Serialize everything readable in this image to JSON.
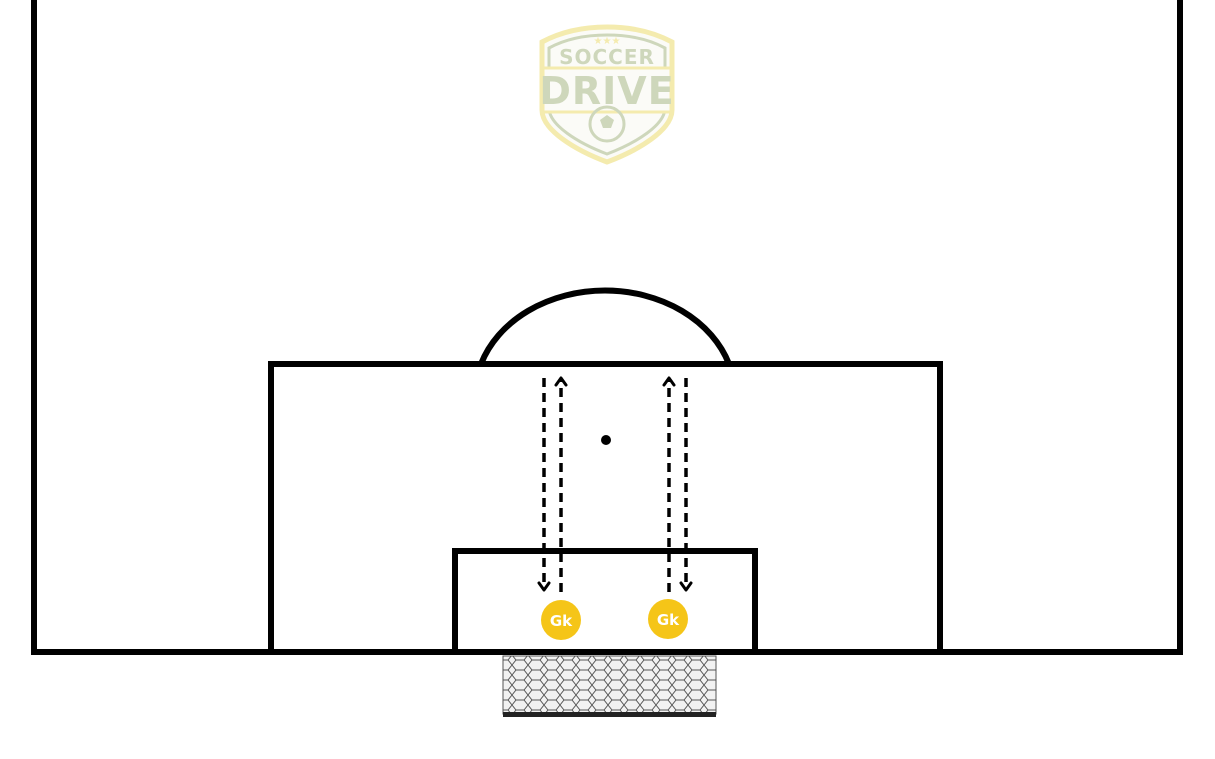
{
  "logo": {
    "top_text": "SOCCER",
    "main_text": "DRIVE",
    "stars": "★★★",
    "colors": {
      "green": "#c9d3b4",
      "yellow": "#f3e9a6"
    }
  },
  "players": [
    {
      "label": "Gk",
      "role": "goalkeeper"
    },
    {
      "label": "Gk",
      "role": "goalkeeper"
    }
  ],
  "colors": {
    "lines": "#000000",
    "player_fill": "#f5c518",
    "player_text": "#ffffff",
    "net_fill": "#f2f2f2",
    "net_lines": "#555555"
  },
  "run_paths": {
    "style": "dashed",
    "direction": "out-and-back"
  }
}
